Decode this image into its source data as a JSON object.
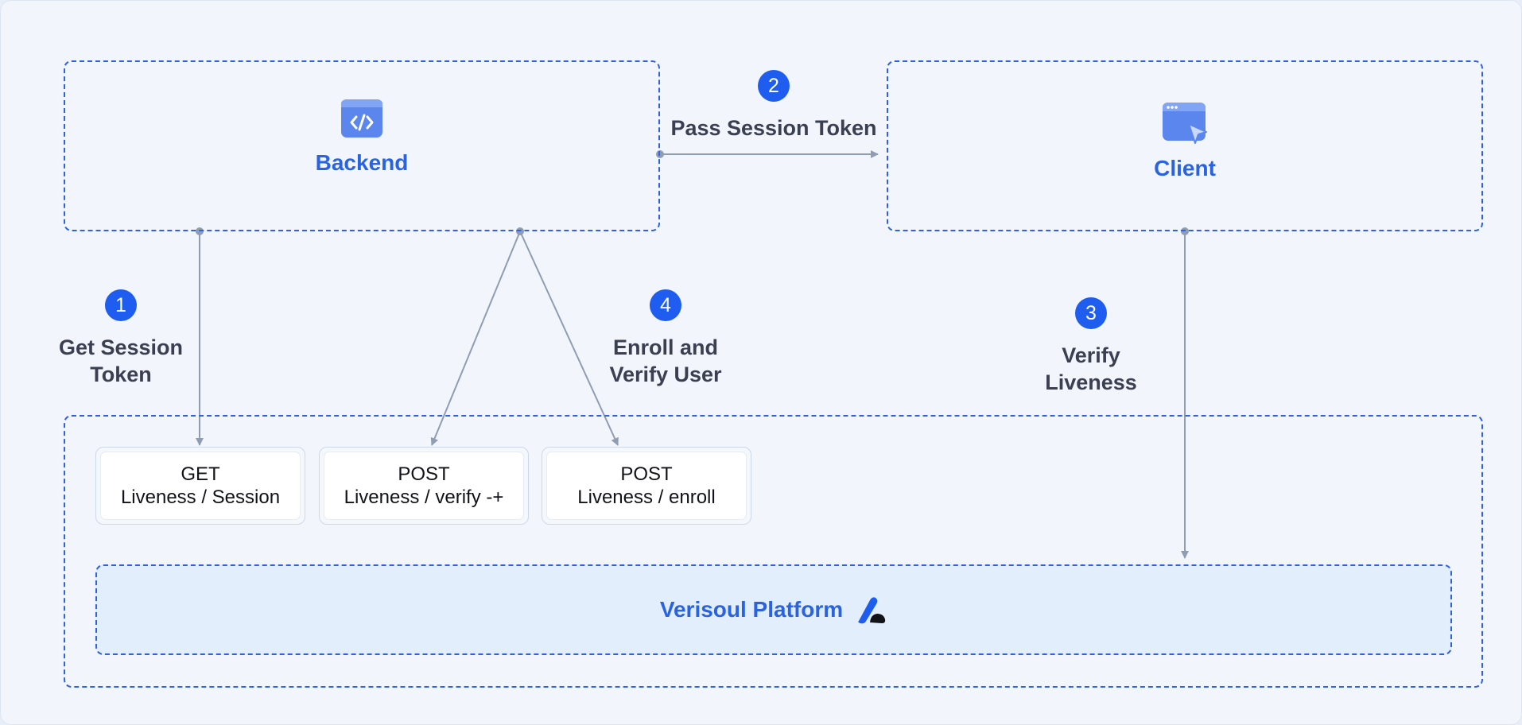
{
  "nodes": {
    "backend": {
      "label": "Backend",
      "icon": "code-window-icon"
    },
    "client": {
      "label": "Client",
      "icon": "browser-cursor-icon"
    }
  },
  "steps": [
    {
      "number": "1",
      "line1": "Get Session",
      "line2": "Token"
    },
    {
      "number": "2",
      "line1": "Pass Session Token",
      "line2": ""
    },
    {
      "number": "3",
      "line1": "Verify",
      "line2": "Liveness"
    },
    {
      "number": "4",
      "line1": "Enroll and",
      "line2": "Verify User"
    }
  ],
  "endpoints": [
    {
      "method": "GET",
      "path": "Liveness / Session"
    },
    {
      "method": "POST",
      "path": "Liveness / verify -+"
    },
    {
      "method": "POST",
      "path": "Liveness / enroll"
    }
  ],
  "platform": {
    "label": "Verisoul Platform",
    "icon": "verisoul-logo-icon"
  },
  "colors": {
    "accent": "#2a63e2",
    "badge": "#1f5df0",
    "connector": "#8f9db2",
    "background": "#f2f6fc",
    "platform_fill": "#e3eefc"
  }
}
